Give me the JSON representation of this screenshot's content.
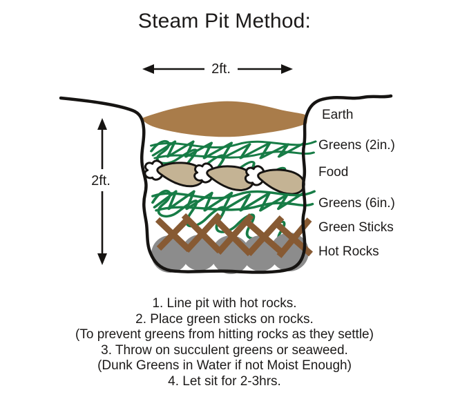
{
  "title": "Steam Pit Method:",
  "dimensions": {
    "width_label": "2ft.",
    "depth_label": "2ft."
  },
  "layers": [
    {
      "label": "Earth",
      "color_key": "earth"
    },
    {
      "label": "Greens (2in.)",
      "color_key": "greens"
    },
    {
      "label": "Food",
      "color_key": "food"
    },
    {
      "label": "Greens (6in.)",
      "color_key": "greens"
    },
    {
      "label": "Green Sticks",
      "color_key": "sticks"
    },
    {
      "label": "Hot Rocks",
      "color_key": "rocks"
    }
  ],
  "instructions": [
    "1. Line pit with hot rocks.",
    "2. Place green sticks on rocks.",
    "(To prevent greens from hitting rocks as they settle)",
    "3. Throw on succulent greens or seaweed.",
    "(Dunk Greens in Water if not Moist Enough)",
    "4. Let sit for 2-3hrs."
  ],
  "colors": {
    "earth": "#a97c4a",
    "greens": "#177c46",
    "sticks": "#875a33",
    "rocks": "#8c8c8c",
    "food": "#c4b394",
    "ink": "#161412"
  }
}
